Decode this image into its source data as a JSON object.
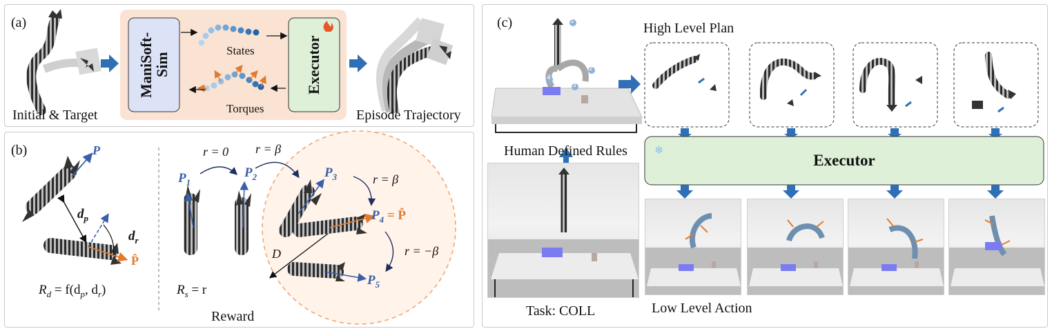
{
  "panel_a": {
    "label": "(a)",
    "initial_target": "Initial & Target",
    "simulator": "ManiSoft-\nSim",
    "states": "States",
    "torques": "Torques",
    "executor": "Executor",
    "episode": "Episode Trajectory"
  },
  "panel_b": {
    "label": "(b)",
    "P": "P",
    "P_hat": "P̂",
    "dp": "d",
    "dp_sub": "p",
    "dr": "d",
    "dr_sub": "r",
    "Rd": "R",
    "Rd_sub": "d",
    "Rd_expr": " = f(d",
    "Rd_p": "p",
    "Rd_mid": ", d",
    "Rd_r": "r",
    "Rd_end": ")",
    "r0": "r = 0",
    "rb1": "r = β",
    "rb2": "r = β",
    "rnb": "r = −β",
    "P1": "P",
    "P1_sub": "1",
    "P2": "P",
    "P2_sub": "2",
    "P3": "P",
    "P3_sub": "3",
    "P4": "P",
    "P4_sub": "4",
    "P4_eq": " = P̂",
    "P5": "P",
    "P5_sub": "5",
    "D": "D",
    "Rs": "R",
    "Rs_sub": "s",
    "Rs_expr": " = r",
    "reward": "Reward"
  },
  "panel_c": {
    "label": "(c)",
    "high_level": "High Level Plan",
    "human_rules": "Human Defined Rules",
    "executor": "Executor",
    "task": "Task: COLL",
    "low_level": "Low Level Action",
    "markers": [
      "1",
      "2",
      "3",
      "4"
    ]
  },
  "colors": {
    "arrow_blue": "#2f6fb6",
    "sim_box": "#dde3f7",
    "exec_box": "#dff0d8",
    "pipeline_bg": "#fbe3d4",
    "orange": "#e07b30",
    "vector_blue": "#3a5fa8",
    "dashed_circle": "#f0a673"
  }
}
